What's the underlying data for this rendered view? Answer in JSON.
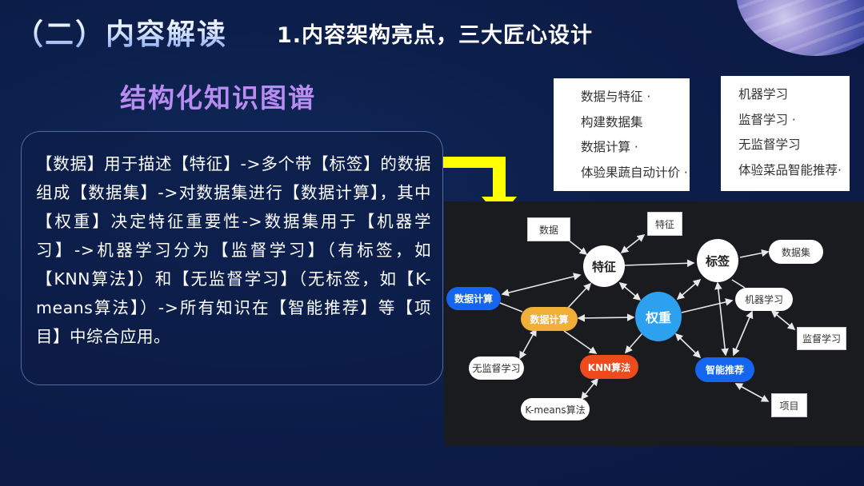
{
  "header": {
    "title": "（二）内容解读",
    "subtitle": "1.内容架构亮点，三大匠心设计"
  },
  "section": {
    "title": "结构化知识图谱"
  },
  "description": {
    "text": "【数据】用于描述【特征】->多个带【标签】的数据组成【数据集】->对数据集进行【数据计算】，其中【权重】决定特征重要性->数据集用于【机器学习】->机器学习分为【监督学习】（有标签，如【KNN算法】）和【无监督学习】（无标签，如【K-means算法】）->所有知识在【智能推荐】等【项目】中综合应用。"
  },
  "cards": {
    "left": [
      "数据与特征 ·",
      "构建数据集",
      "数据计算 ·",
      "体验果蔬自动计价 ·"
    ],
    "right": [
      "机器学习",
      "监督学习 ·",
      "无监督学习",
      "体验菜品智能推荐·"
    ]
  },
  "graph": {
    "nodes": {
      "data": "数据",
      "feature_top": "特征",
      "feature": "特征",
      "label": "标签",
      "dataset": "数据集",
      "calc_blue": "数据计算",
      "calc_orange": "数据计算",
      "weight": "权重",
      "ml": "机器学习",
      "supervised": "监督学习",
      "unsupervised": "无监督学习",
      "knn": "KNN算法",
      "recommend": "智能推荐",
      "kmeans": "K-means算法",
      "project": "项目"
    },
    "colors": {
      "blue": "#1565f0",
      "orange": "#f0b038",
      "red": "#ee4a1c",
      "center": "#2ea0f0",
      "arrow": "#ffff00"
    }
  }
}
